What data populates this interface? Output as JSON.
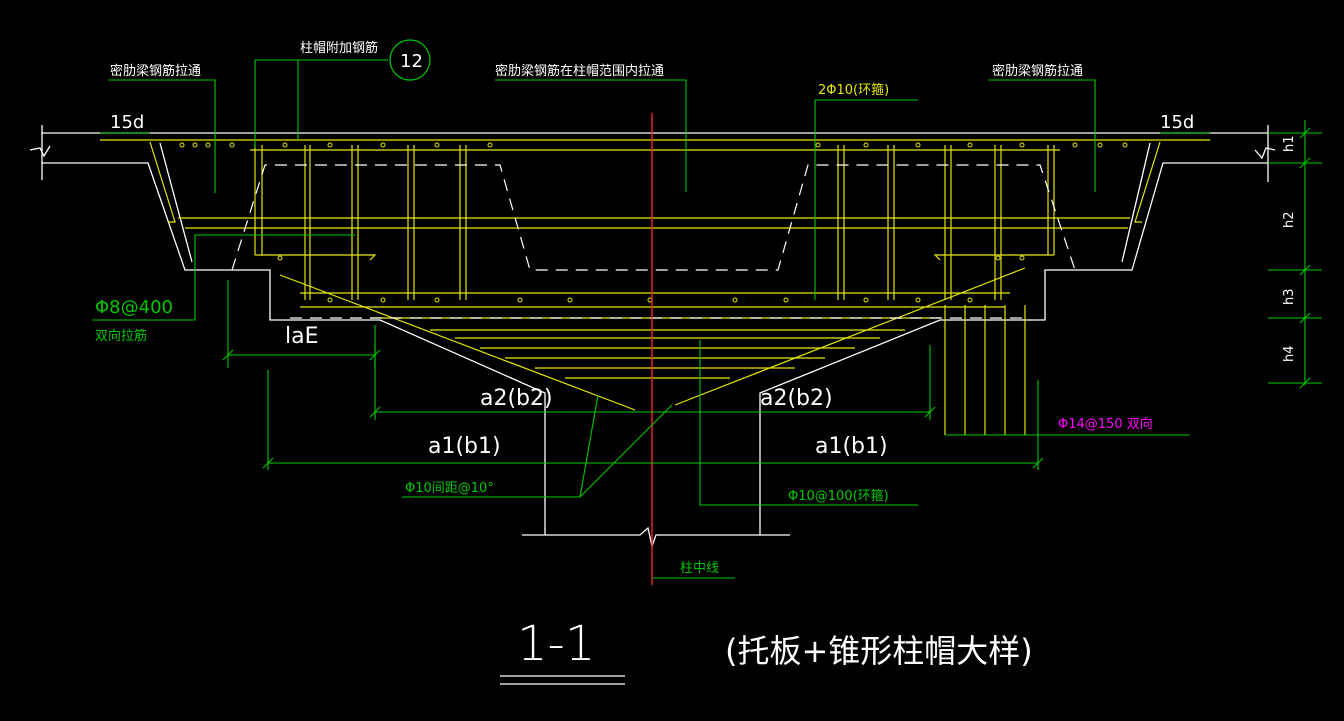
{
  "colors": {
    "background": "#000000",
    "outline": "#ffffff",
    "rebar": "#e6e600",
    "leader": "#00c800",
    "axis": "#ff2020",
    "highlight": "#ff00ff"
  },
  "labels": {
    "rib_left": "密肋梁钢筋拉通",
    "cap_extra": "柱帽附加钢筋",
    "circle_num": "12",
    "rib_within": "密肋梁钢筋在柱帽范围内拉通",
    "rib_right": "密肋梁钢筋拉通",
    "ring_2phi10": "2Φ10(环箍)",
    "d15_left": "15d",
    "d15_right": "15d",
    "h1": "h1",
    "h2": "h2",
    "h3": "h3",
    "h4": "h4",
    "phi8": "Φ8@400",
    "tie_two_way": "双向拉筋",
    "lae": "laE",
    "a2_left": "a2(b2)",
    "a2_right": "a2(b2)",
    "a1_left": "a1(b1)",
    "a1_right": "a1(b1)",
    "phi14": "Φ14@150 双向",
    "phi10_spacing": "Φ10间距@10°",
    "phi10_100": "Φ10@100(环箍)",
    "column_center": "柱中线"
  },
  "title": {
    "section": "1-1",
    "caption": "(托板+锥形柱帽大样)"
  }
}
